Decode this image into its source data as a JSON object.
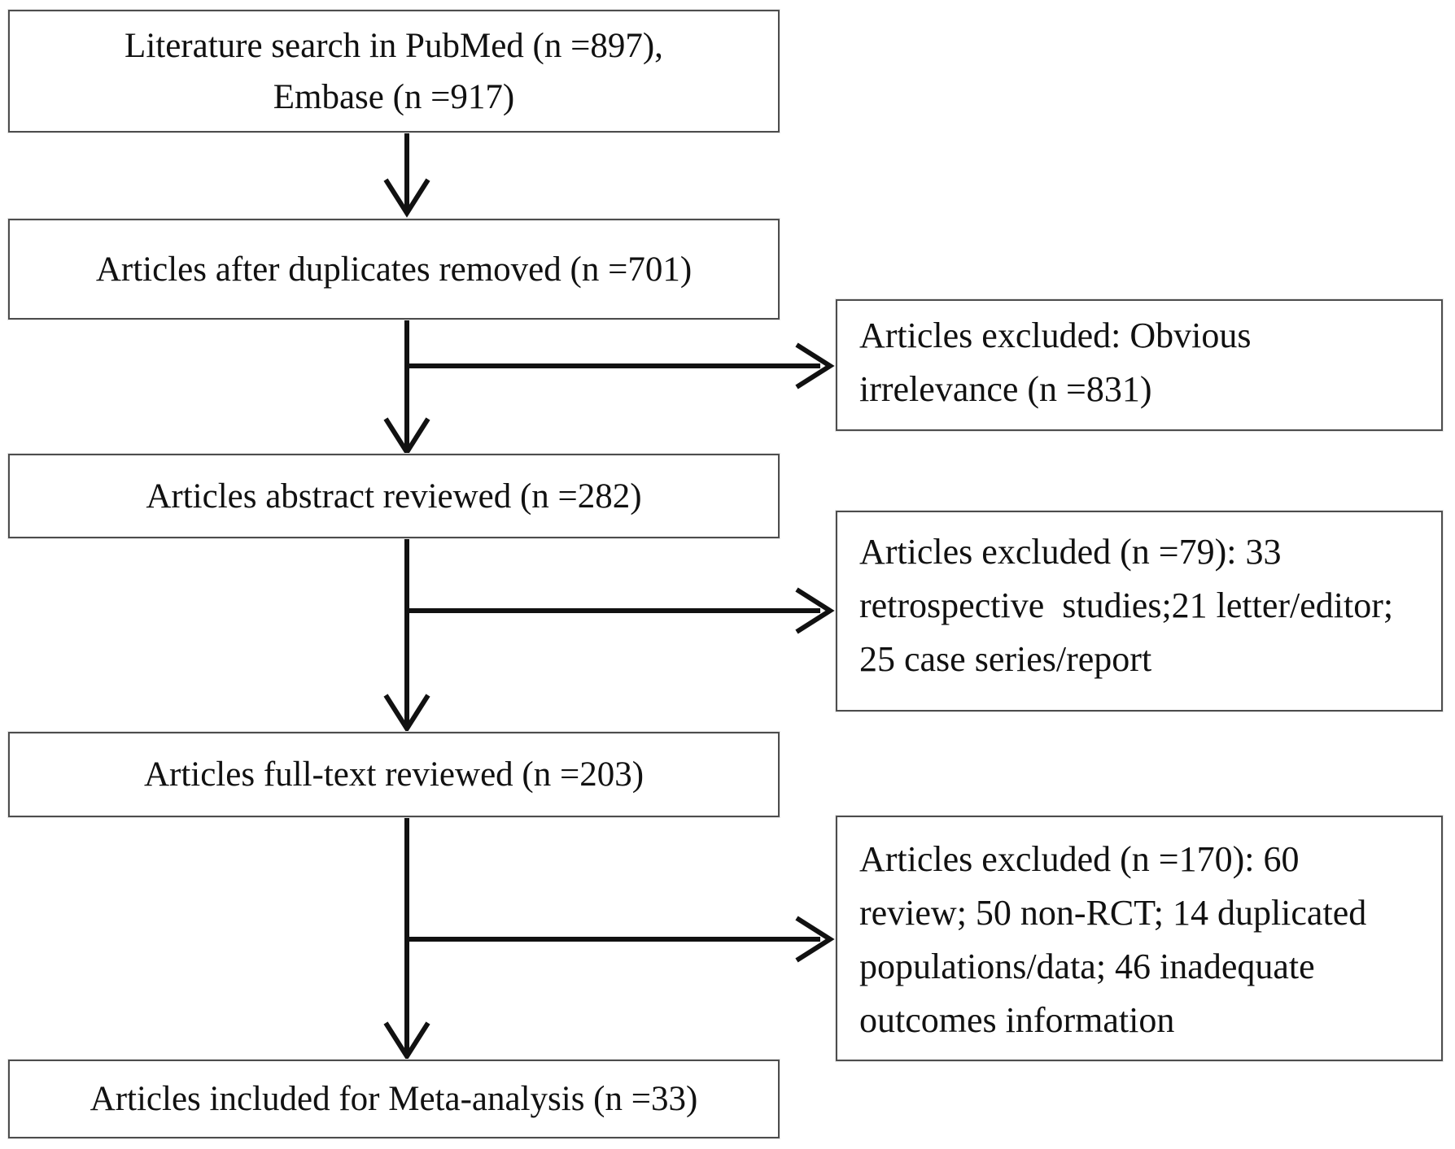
{
  "flow": {
    "main_boxes": [
      {
        "id": "literature-search",
        "lines": [
          "Literature search in PubMed (n =897),",
          "Embase (n =917)"
        ]
      },
      {
        "id": "duplicates-removed",
        "lines": [
          "Articles after duplicates removed (n =701)"
        ]
      },
      {
        "id": "abstract-reviewed",
        "lines": [
          "Articles abstract reviewed (n =282)"
        ]
      },
      {
        "id": "fulltext-reviewed",
        "lines": [
          "Articles full-text reviewed (n =203)"
        ]
      },
      {
        "id": "included-meta-analysis",
        "lines": [
          "Articles included for Meta-analysis (n =33)"
        ]
      }
    ],
    "excluded_boxes": [
      {
        "id": "excluded-obvious-irrelevance",
        "lines": [
          "Articles excluded: Obvious",
          "irrelevance (n =831)"
        ]
      },
      {
        "id": "excluded-abstract-stage",
        "lines": [
          "Articles excluded (n =79): 33",
          "retrospective  studies;21 letter/editor;",
          "25 case series/report"
        ]
      },
      {
        "id": "excluded-fulltext-stage",
        "lines": [
          "Articles excluded (n =170): 60",
          "review; 50 non-RCT; 14 duplicated",
          "populations/data; 46 inadequate",
          "outcomes information"
        ]
      }
    ],
    "colors": {
      "background": "#ffffff",
      "box_border": "#4d4d4d",
      "arrow": "#111111",
      "text": "#111111"
    }
  }
}
